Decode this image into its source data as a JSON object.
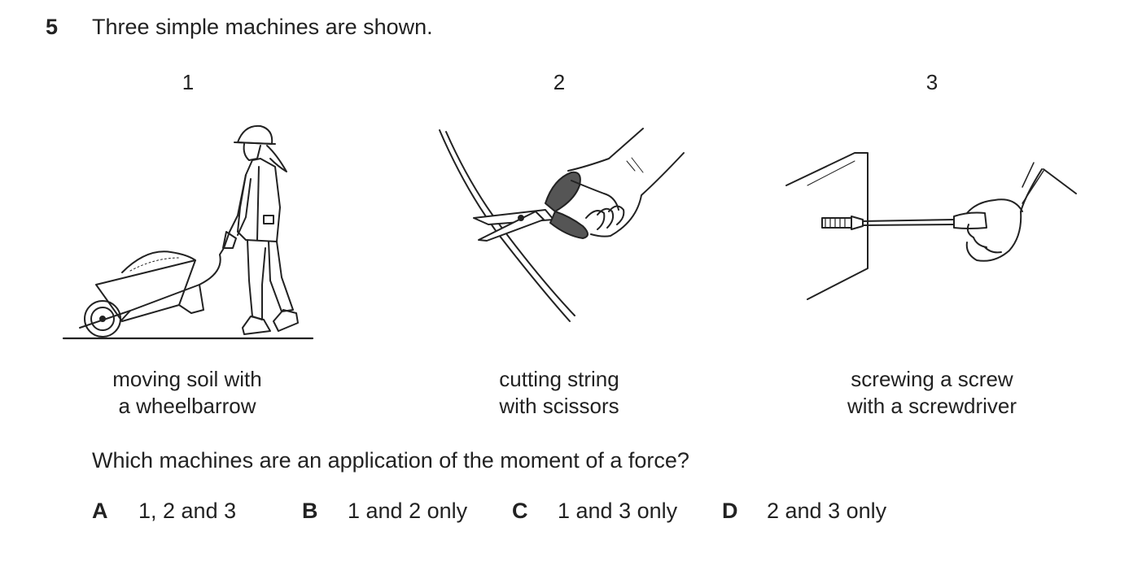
{
  "question": {
    "number": "5",
    "stem": "Three simple machines are shown.",
    "prompt": "Which machines are an application of the moment of a force?"
  },
  "figures": [
    {
      "number": "1",
      "caption_line1": "moving soil with",
      "caption_line2": "a wheelbarrow",
      "illustration": "person-wheelbarrow"
    },
    {
      "number": "2",
      "caption_line1": "cutting string",
      "caption_line2": "with scissors",
      "illustration": "hand-scissors-string"
    },
    {
      "number": "3",
      "caption_line1": "screwing a screw",
      "caption_line2": "with a screwdriver",
      "illustration": "hand-screwdriver-wall"
    }
  ],
  "options": [
    {
      "letter": "A",
      "text": "1, 2 and 3"
    },
    {
      "letter": "B",
      "text": "1 and 2 only"
    },
    {
      "letter": "C",
      "text": "1 and 3 only"
    },
    {
      "letter": "D",
      "text": "2 and 3 only"
    }
  ]
}
